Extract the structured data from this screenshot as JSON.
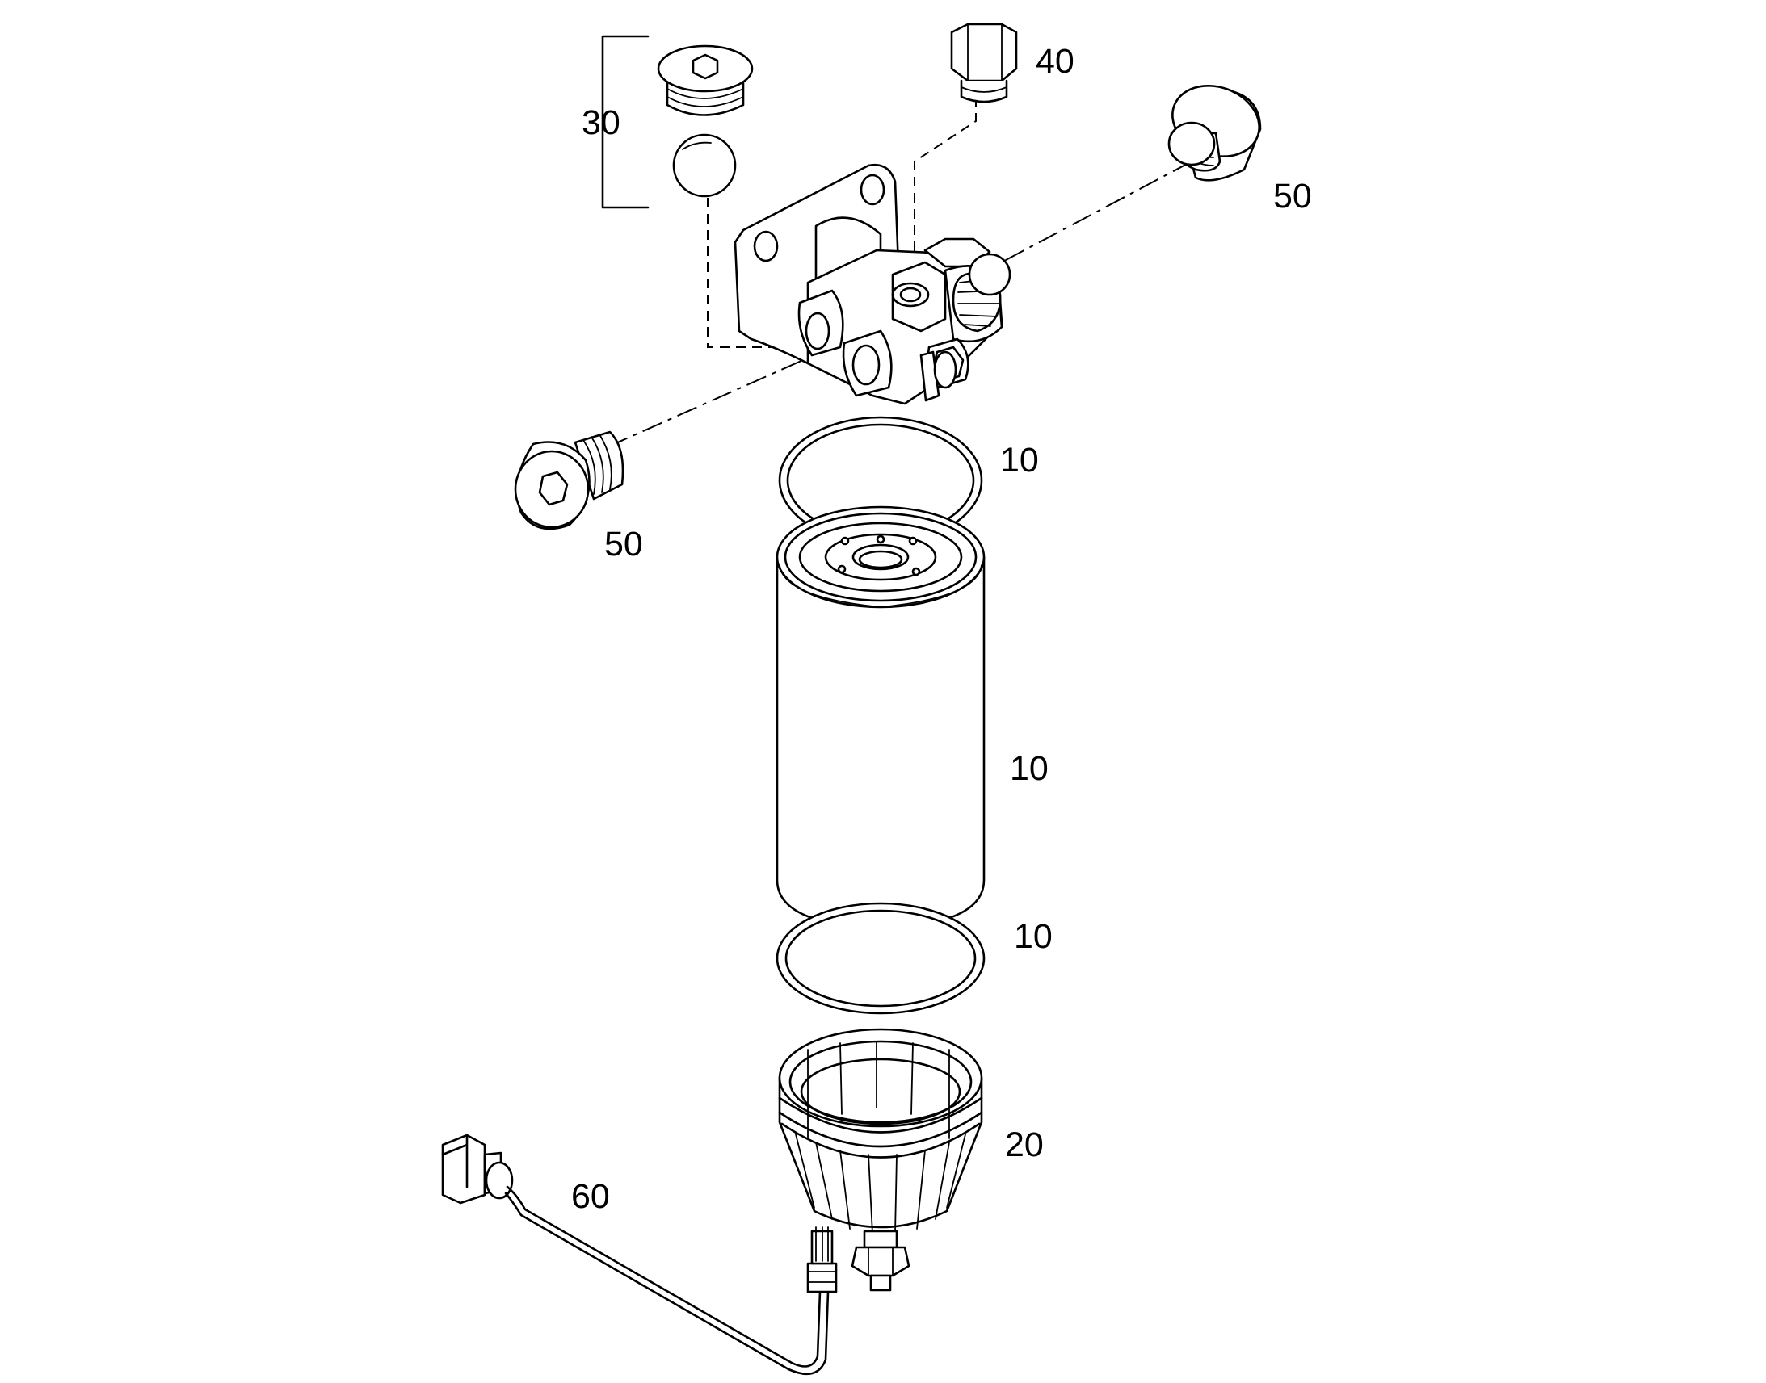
{
  "diagram": {
    "style": "exploded parts diagram, black line art on white",
    "callouts": {
      "seal_top": "10",
      "filter_cartridge": "10",
      "seal_bottom": "10",
      "bowl": "20",
      "plug_set": "30",
      "plug_40": "40",
      "plug_right": "50",
      "plug_left": "50",
      "sensor_cable": "60"
    }
  }
}
